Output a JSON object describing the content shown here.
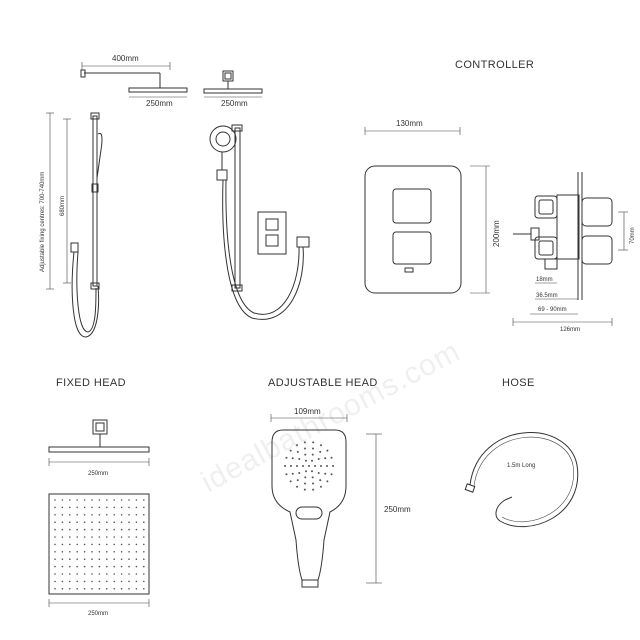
{
  "watermark": "idealbathrooms.com",
  "sections": {
    "controller": "CONTROLLER",
    "fixed_head": "FIXED HEAD",
    "adjustable_head": "ADJUSTABLE HEAD",
    "hose": "HOSE"
  },
  "dimensions": {
    "arm_length": "400mm",
    "head_width_a": "250mm",
    "head_width_b": "250mm",
    "fixing_centres": "Adjustable fixing centres: 700-740mm",
    "rail_height": "680mm",
    "controller_width": "130mm",
    "controller_height": "200mm",
    "valve_depth_70": "70mm",
    "valve_18": "18mm",
    "valve_36": "36.5mm",
    "valve_69_90": "69 - 90mm",
    "valve_126": "126mm",
    "fixed_head_top": "250mm",
    "fixed_head_bottom": "250mm",
    "handset_width": "109mm",
    "handset_length": "250mm",
    "hose_length": "1.5m Long"
  }
}
